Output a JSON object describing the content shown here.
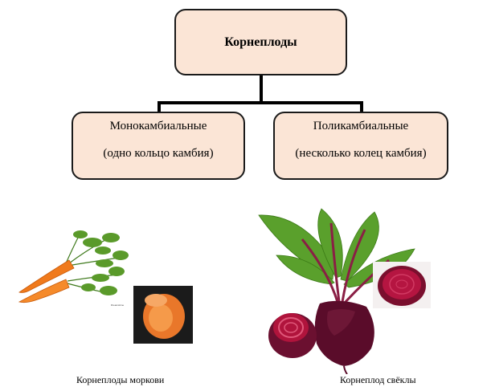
{
  "diagram": {
    "root": {
      "label": "Корнеплоды"
    },
    "left": {
      "title": "Монокамбиальные",
      "subtitle": "(одно кольцо камбия)"
    },
    "right": {
      "title": "Поликамбиальные",
      "subtitle": "(несколько колец камбия)"
    }
  },
  "images": {
    "carrot": {
      "caption": "Корнеплоды моркови",
      "inset_text": "Dreamstime"
    },
    "beet": {
      "caption": "Корнеплод свёклы"
    }
  },
  "colors": {
    "box_fill": "#fbe5d6",
    "box_border": "#1a1a1a",
    "carrot": "#f07a1c",
    "beet": "#6b1030",
    "beet_cut": "#b0143c",
    "leaf": "#4f8f25"
  }
}
